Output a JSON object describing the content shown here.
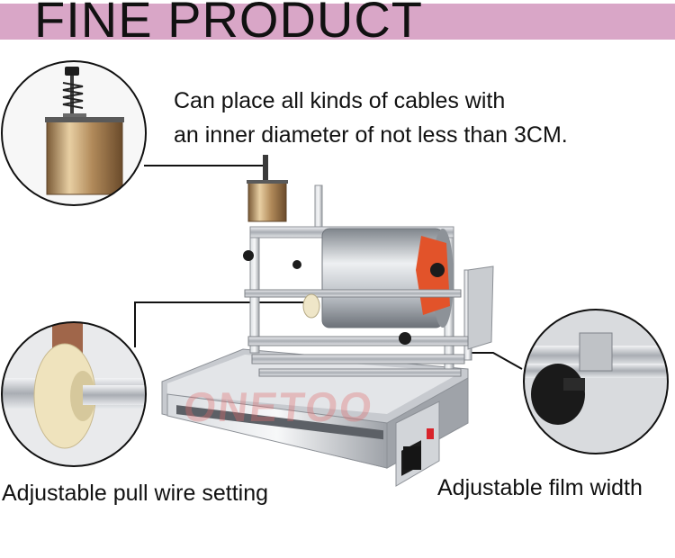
{
  "header": {
    "title": "FINE PRODUCT"
  },
  "captions": {
    "top_line1": "Can place all kinds of cables with",
    "top_line2": "an inner diameter of not less than 3CM.",
    "left": "Adjustable pull wire setting",
    "right": "Adjustable film width"
  },
  "watermark": "ONETOO",
  "colors": {
    "banner": "#d9a6c7",
    "accent_orange": "#e2532a",
    "steel": "#b8bcc2"
  }
}
